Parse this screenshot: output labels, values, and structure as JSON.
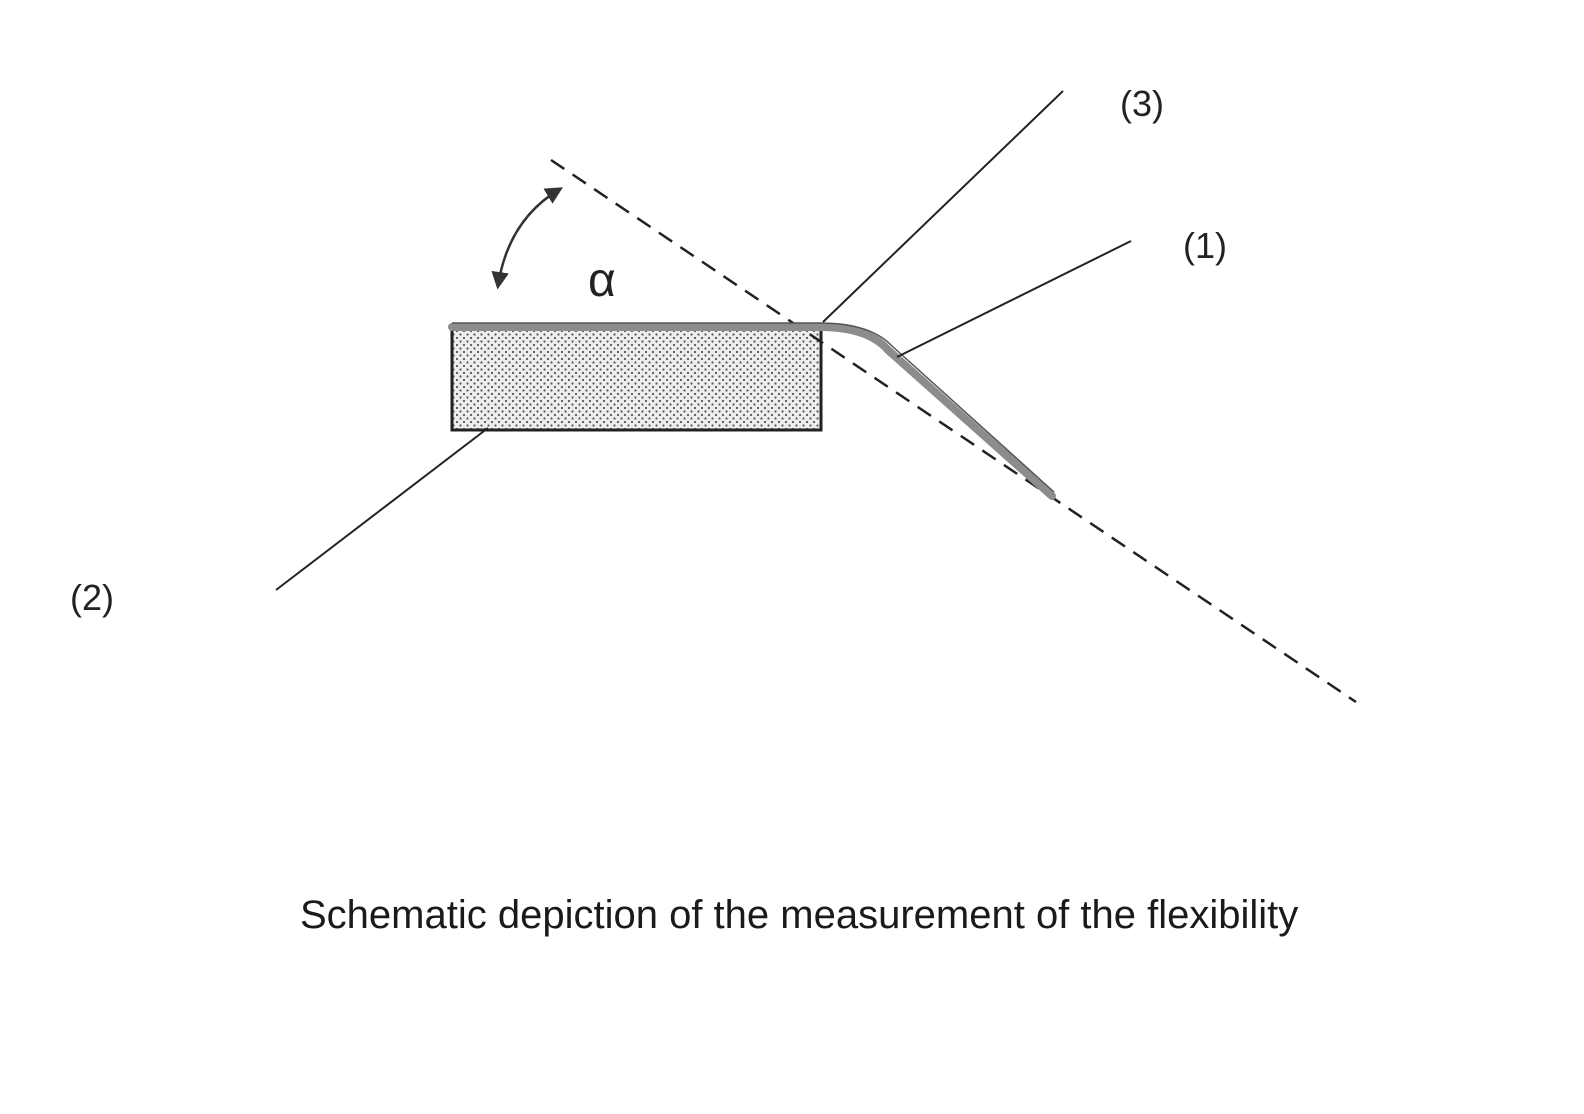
{
  "labels": {
    "ref_1": "(1)",
    "ref_2": "(2)",
    "ref_3": "(3)",
    "angle": "α"
  },
  "caption": "Schematic depiction of the measurement of the flexibility",
  "colors": {
    "line": "#222222",
    "strip": "#8c8c8c",
    "block_fill": "#eeeeee",
    "block_dots": "#555555"
  }
}
